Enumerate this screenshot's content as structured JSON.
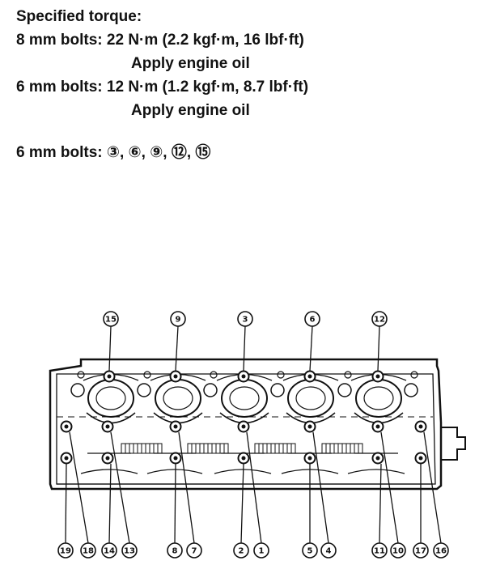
{
  "spec": {
    "heading": "Specified torque:",
    "line1_label": "8 mm bolts:",
    "line1_value": "22 N·m (2.2 kgf·m, 16 lbf·ft)",
    "line1_note": "Apply engine oil",
    "line2_label": "6 mm bolts:",
    "line2_value": "12 N·m (1.2 kgf·m, 8.7 lbf·ft)",
    "line2_note": "Apply engine oil",
    "line3_label": "6 mm bolts:",
    "line3_value": "③, ⑥, ⑨, ⑫, ⑮"
  },
  "diagram": {
    "top_callouts": [
      "15",
      "9",
      "3",
      "6",
      "12"
    ],
    "bottom_callouts": [
      "19",
      "18",
      "14",
      "13",
      "8",
      "7",
      "2",
      "1",
      "5",
      "4",
      "11",
      "10",
      "17",
      "16"
    ]
  }
}
